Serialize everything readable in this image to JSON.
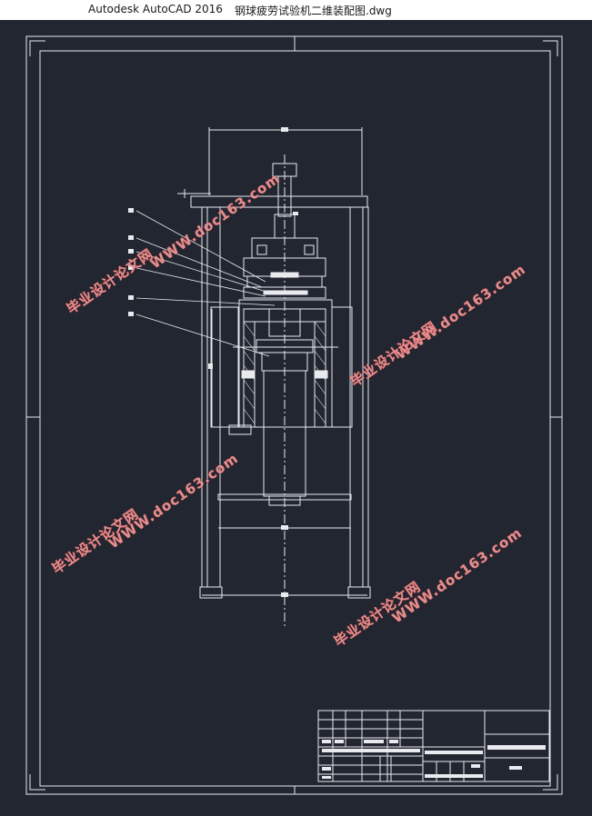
{
  "window": {
    "app_title": "Autodesk AutoCAD 2016",
    "file_title": "钢球疲劳试验机二维装配图.dwg"
  },
  "watermarks": {
    "site_cn": "毕业设计论文网",
    "site_url": "WWW.doc163.com"
  },
  "colors": {
    "background": "#222631",
    "linework": "#e8eaee",
    "watermark_fill": "#f09a9a",
    "watermark_stroke": "#b03030"
  }
}
